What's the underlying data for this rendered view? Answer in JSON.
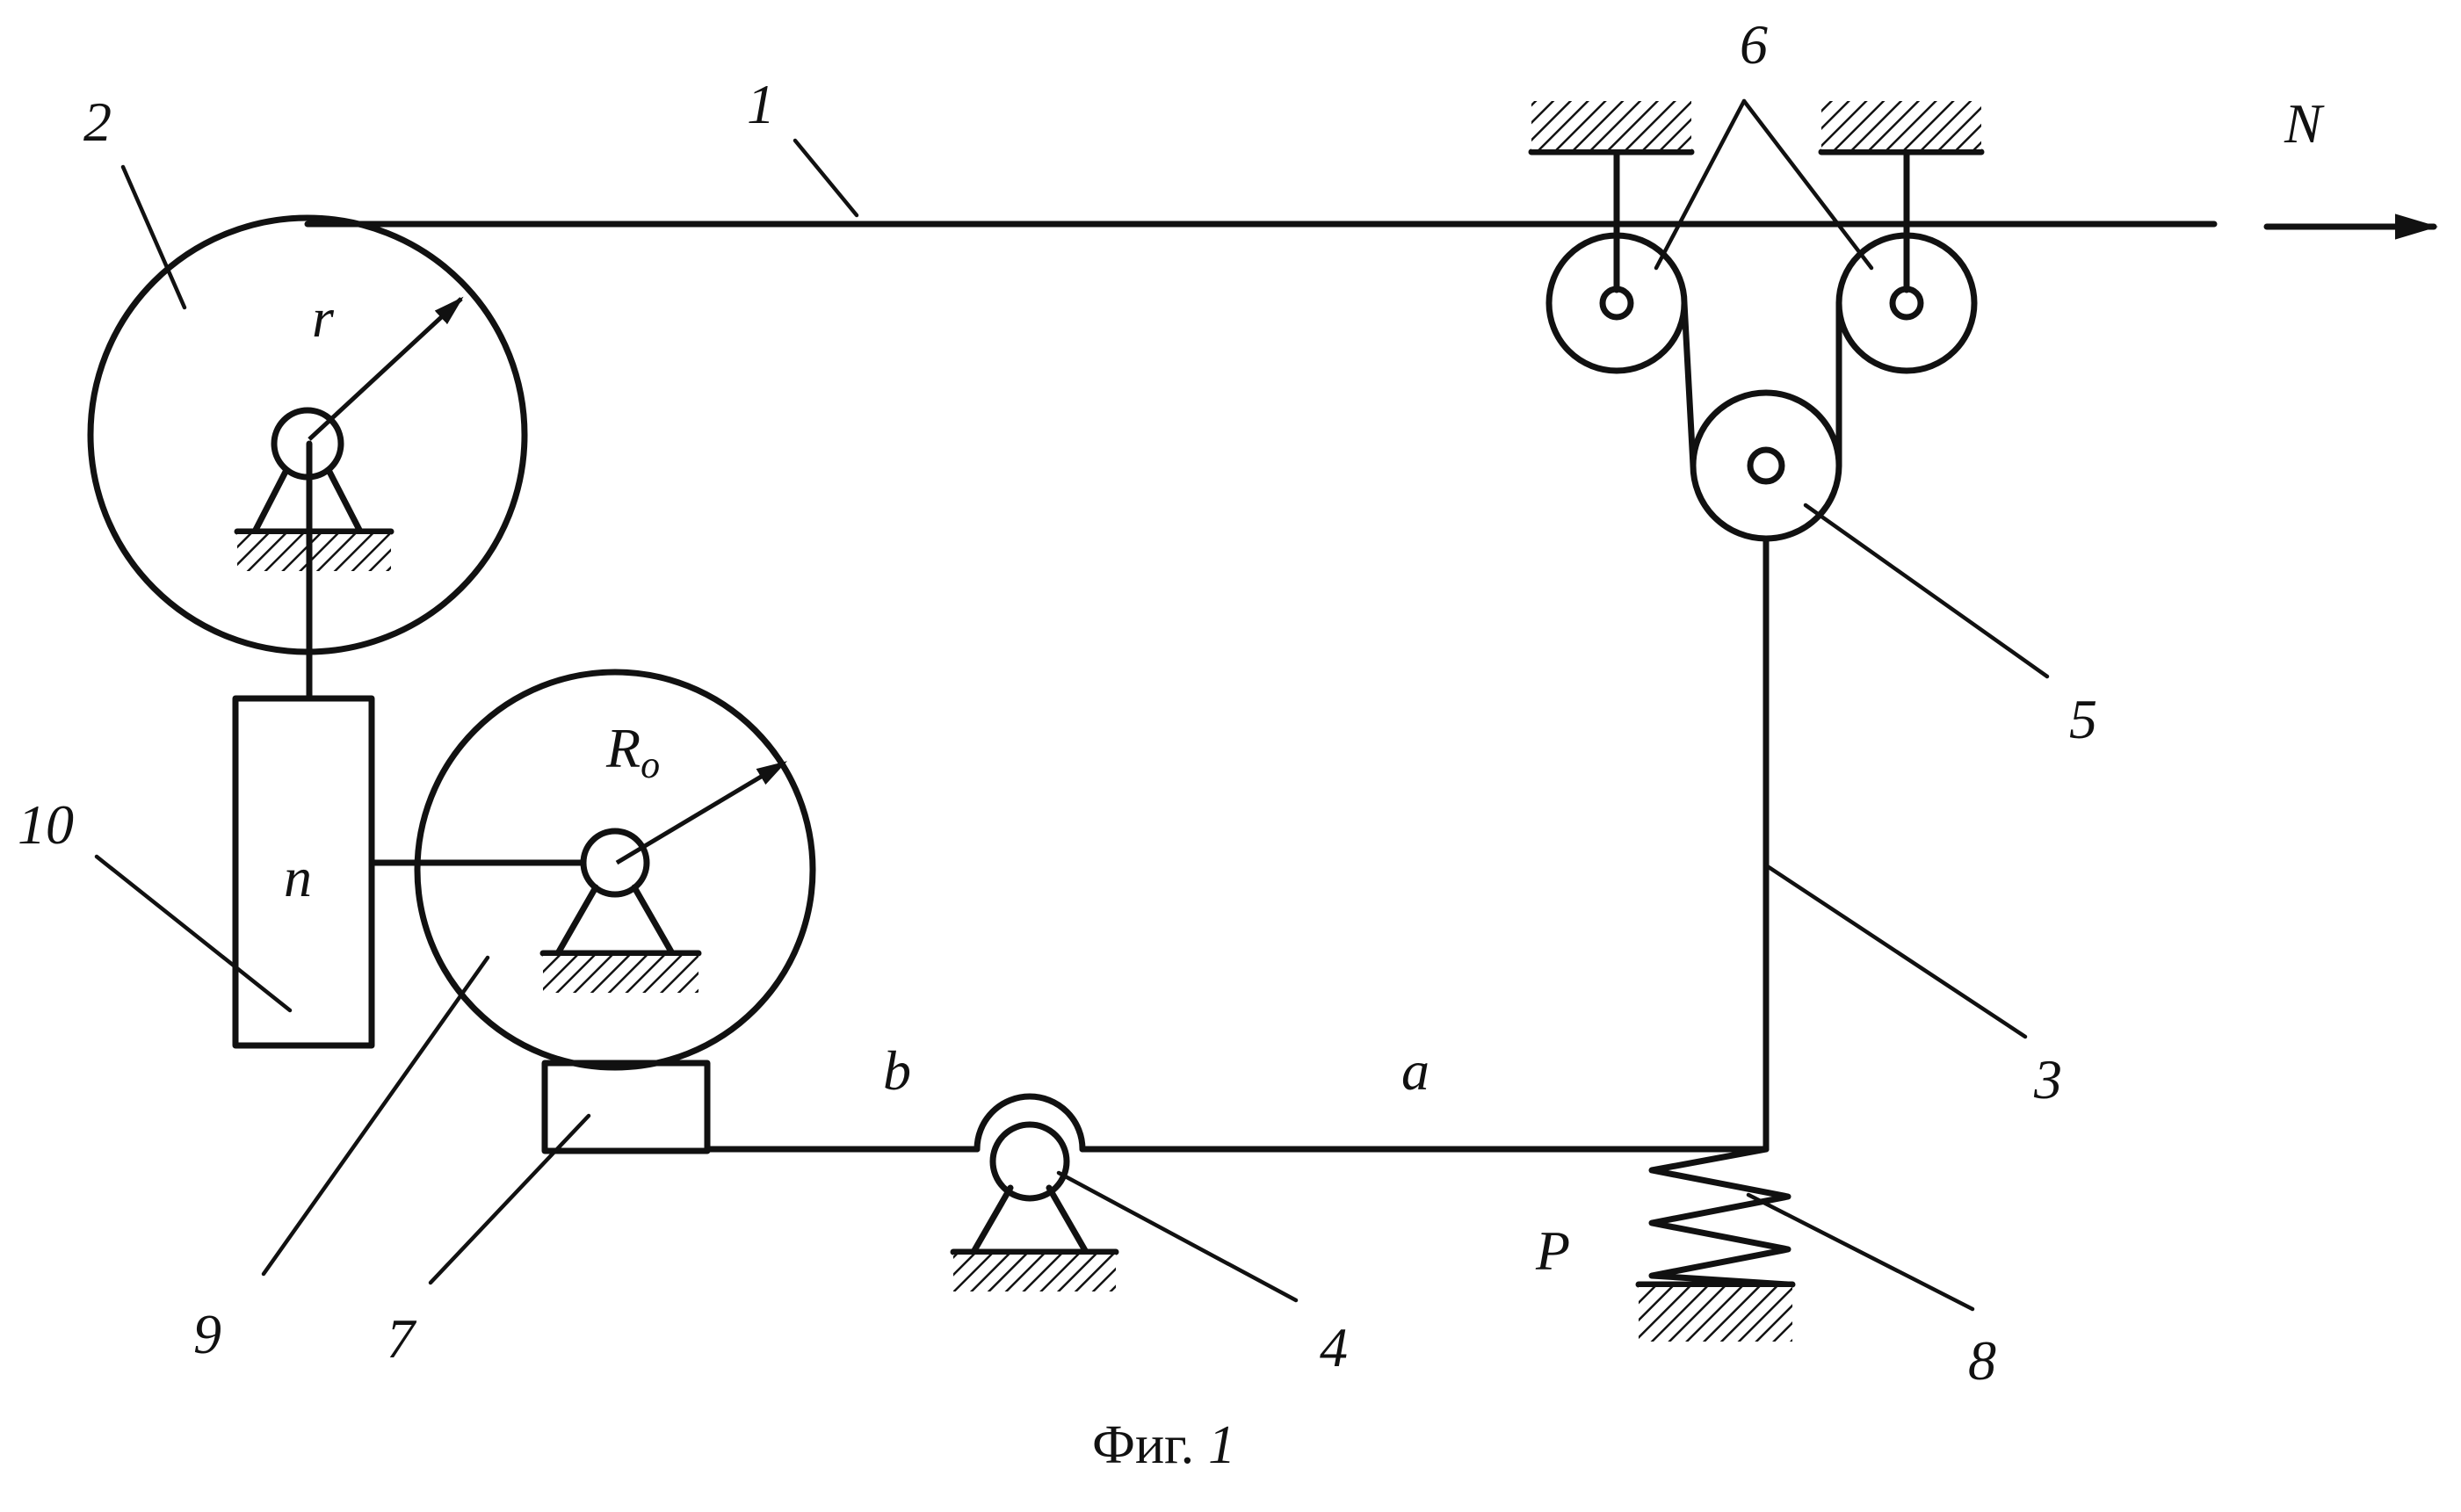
{
  "labels": {
    "n1": "1",
    "n2": "2",
    "n3": "3",
    "n4": "4",
    "n5": "5",
    "n6": "6",
    "n7": "7",
    "n8": "8",
    "n9": "9",
    "n10": "10",
    "r": "r",
    "R": "R",
    "R_sub": "o",
    "n": "n",
    "N": "N",
    "a": "a",
    "b": "b",
    "P": "P"
  },
  "caption": {
    "prefix": "Фиг.",
    "number": "1"
  }
}
